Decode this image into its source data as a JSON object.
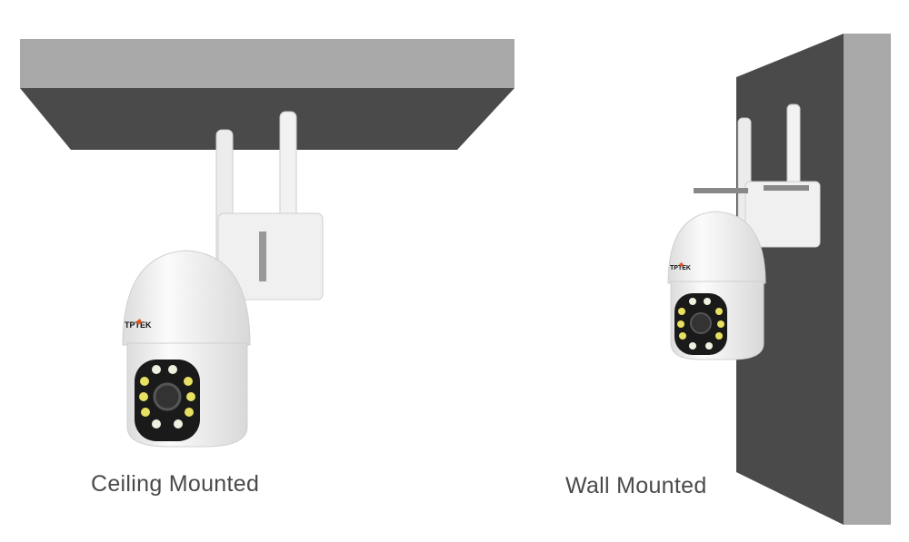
{
  "labels": {
    "ceiling": "Ceiling Mounted",
    "wall": "Wall Mounted"
  },
  "brand": "TPTEK",
  "colors": {
    "surface_dark": "#4a4a4a",
    "surface_light": "#a8a8a8",
    "camera_body": "#f4f4f4",
    "logo_accent": "#e8501c"
  }
}
